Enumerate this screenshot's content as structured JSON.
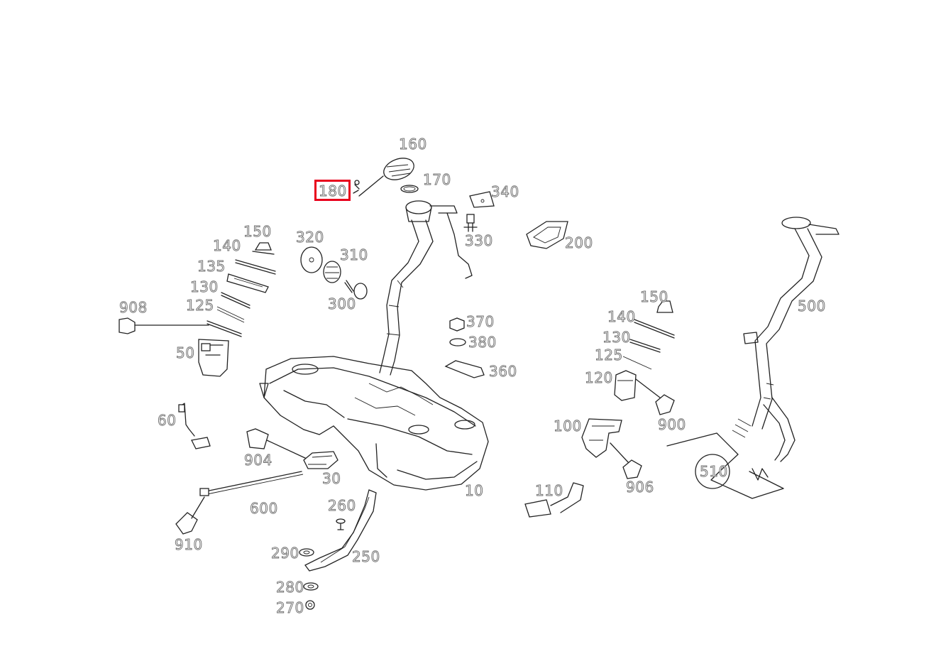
{
  "diagram": {
    "highlighted_part": "180",
    "highlight_color": "#e8001c",
    "labels": {
      "p10": "10",
      "p30": "30",
      "p50": "50",
      "p60": "60",
      "p100": "100",
      "p110": "110",
      "p120": "120",
      "p125_left": "125",
      "p130_left": "130",
      "p135": "135",
      "p140_left": "140",
      "p150_left": "150",
      "p125_right": "125",
      "p130_right": "130",
      "p140_right": "140",
      "p150_right": "150",
      "p160": "160",
      "p170": "170",
      "p180": "180",
      "p200": "200",
      "p250": "250",
      "p260": "260",
      "p270": "270",
      "p280": "280",
      "p290": "290",
      "p300": "300",
      "p310": "310",
      "p320": "320",
      "p330": "330",
      "p340": "340",
      "p360": "360",
      "p370": "370",
      "p380": "380",
      "p500": "500",
      "p510": "510",
      "p600": "600",
      "p900": "900",
      "p904": "904",
      "p906": "906",
      "p908": "908",
      "p910": "910"
    }
  }
}
